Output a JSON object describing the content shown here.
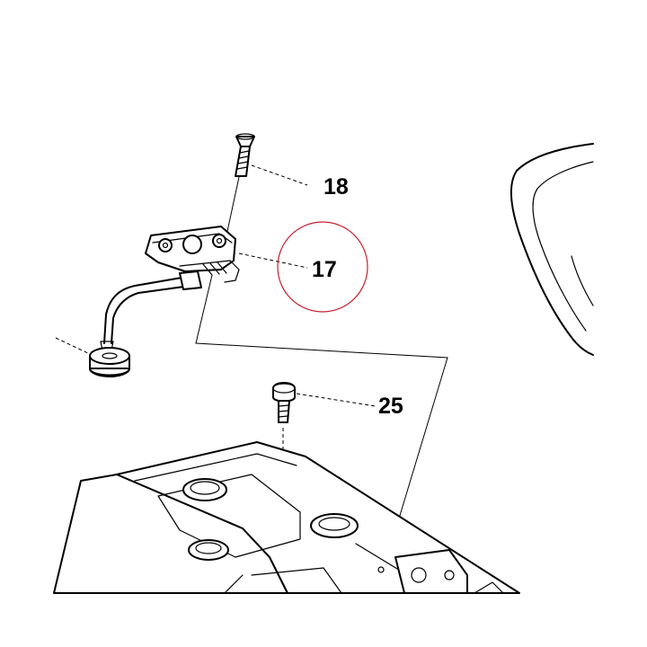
{
  "callouts": [
    {
      "id": "18",
      "label": "18"
    },
    {
      "id": "17",
      "label": "17",
      "highlighted": true
    },
    {
      "id": "25",
      "label": "25"
    }
  ],
  "colors": {
    "line": "#000000",
    "highlight_circle": "#c8202f",
    "background": "#ffffff"
  }
}
